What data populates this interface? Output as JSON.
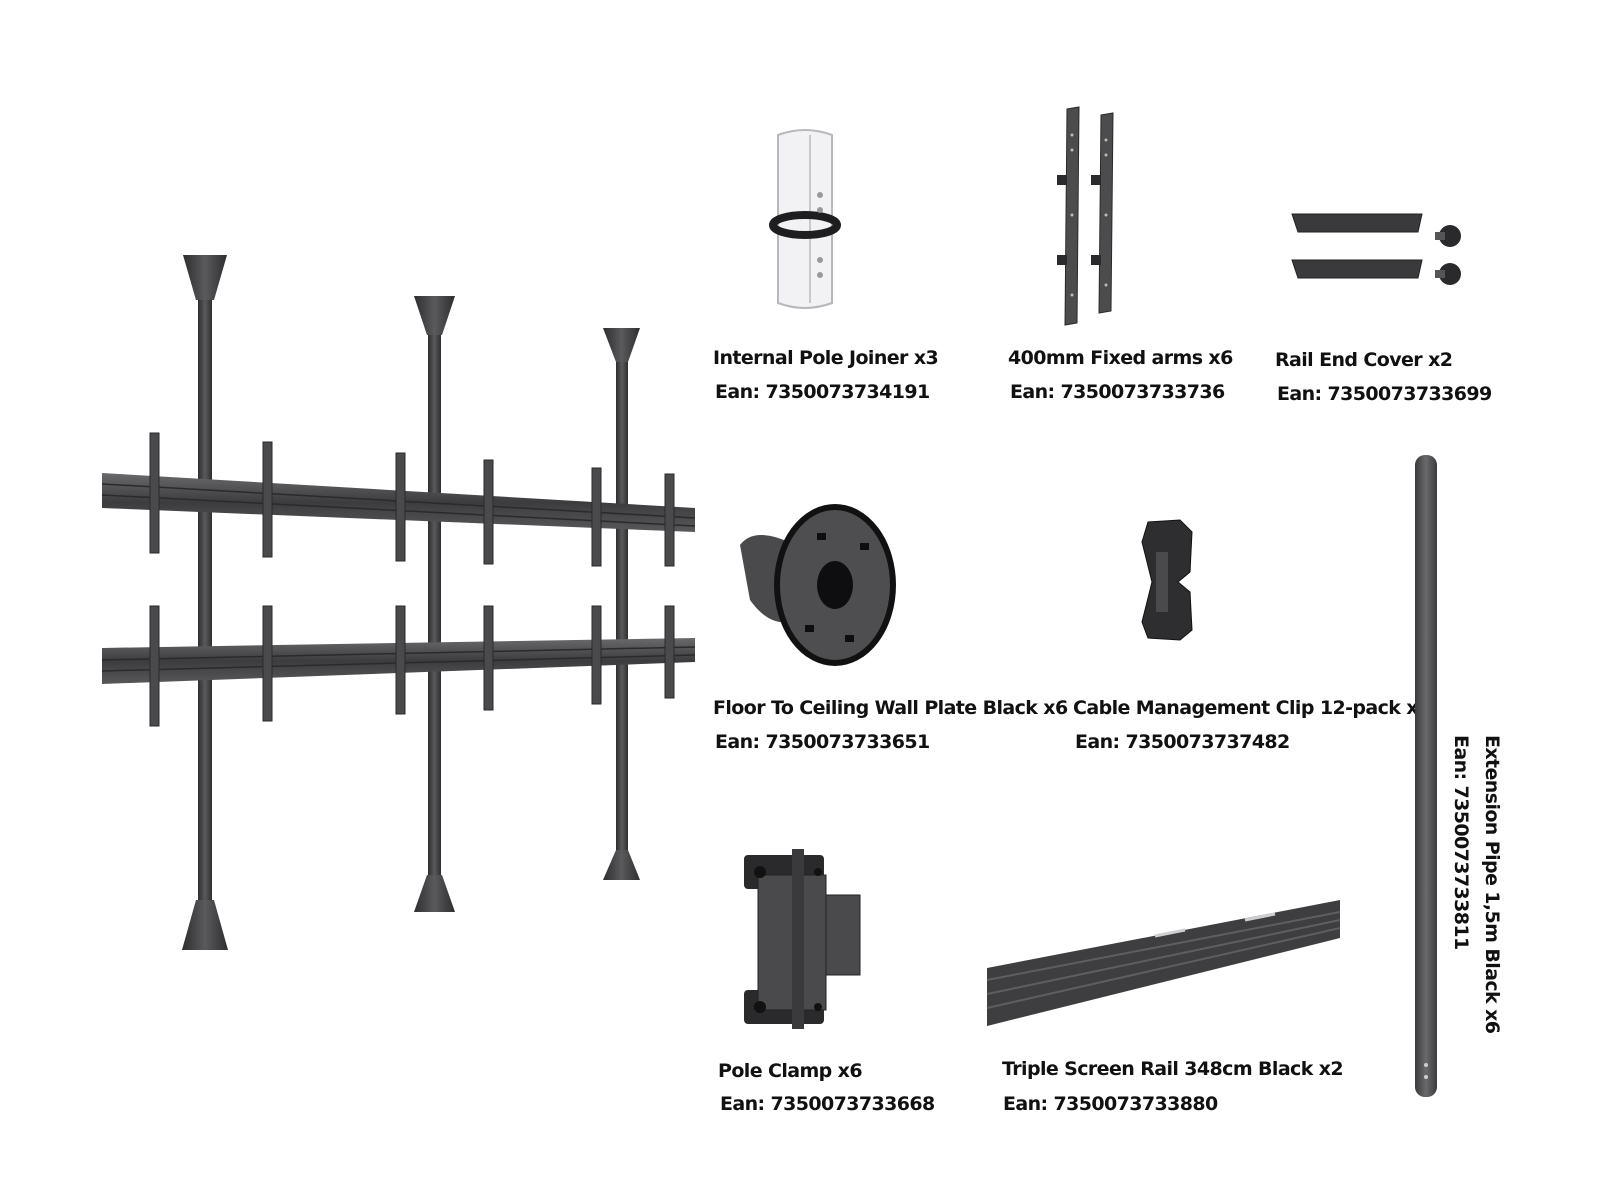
{
  "items": [
    {
      "title": "Internal Pole Joiner x3",
      "ean": "Ean: 7350073734191",
      "icon": "internal-pole-joiner-icon"
    },
    {
      "title": "400mm Fixed arms x6",
      "ean": "Ean: 7350073733736",
      "icon": "fixed-arms-icon"
    },
    {
      "title": "Rail End Cover x2",
      "ean": "Ean:  7350073733699",
      "icon": "rail-end-cover-icon"
    },
    {
      "title": "Floor To Ceiling Wall Plate Black x6",
      "ean": "Ean: 7350073733651",
      "icon": "wall-plate-icon"
    },
    {
      "title": "Cable Management Clip 12-pack x1",
      "ean": "Ean: 7350073737482",
      "icon": "cable-clip-icon"
    },
    {
      "title": "Pole Clamp x6",
      "ean": "Ean: 7350073733668",
      "icon": "pole-clamp-icon"
    },
    {
      "title": "Triple Screen Rail 348cm Black x2",
      "ean": "Ean: 7350073733880",
      "icon": "screen-rail-icon"
    },
    {
      "title": "Extension Pipe 1,5m Black x6",
      "ean": "Ean:  7350073733811",
      "icon": "extension-pipe-icon"
    }
  ],
  "colors": {
    "metal": "#4a4a4c",
    "metal_dark": "#2e2e30",
    "metal_light": "#7a7a7c",
    "text": "#111111",
    "background": "#ffffff"
  }
}
